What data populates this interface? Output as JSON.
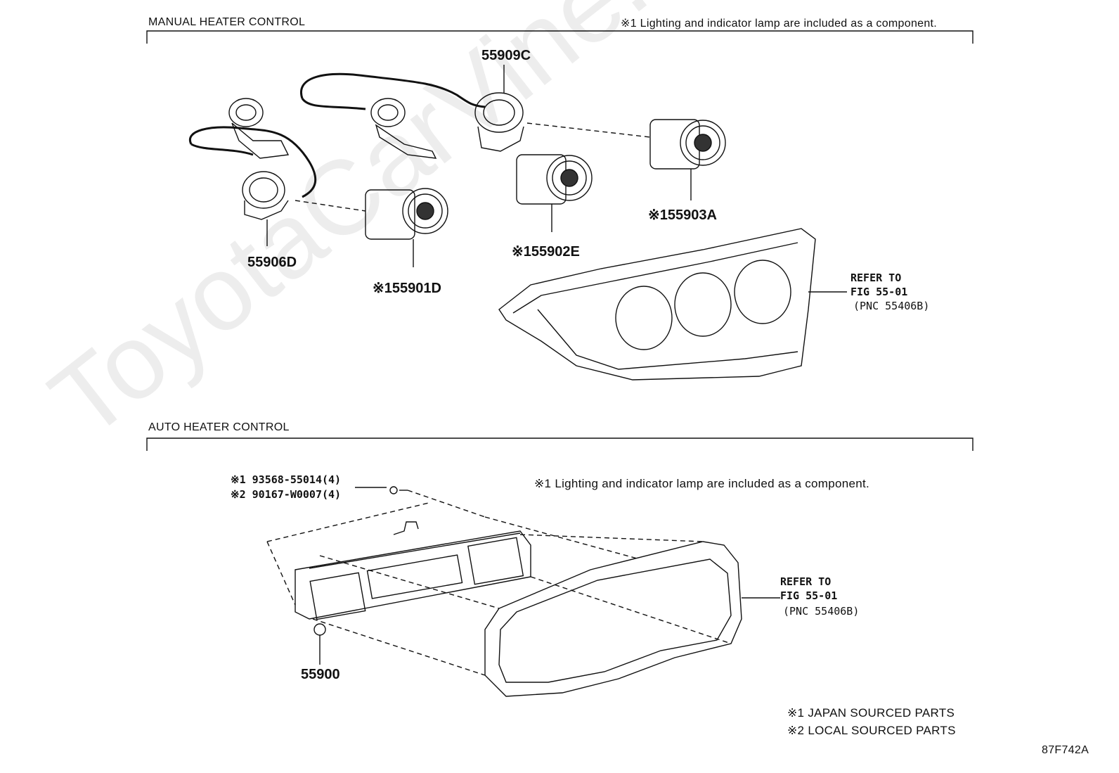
{
  "watermark": "ToyotaCarVine.ru",
  "manual_section": {
    "title": "MANUAL HEATER CONTROL",
    "note": "※1 Lighting and indicator lamp are included as a component.",
    "parts": {
      "p55909c": "55909C",
      "p55903a": "※155903A",
      "p55902e": "※155902E",
      "p55906d": "55906D",
      "p55901d": "※155901D"
    },
    "refer": {
      "line1": "REFER TO",
      "line2": "FIG 55-01",
      "line3": "(PNC 55406B)"
    }
  },
  "auto_section": {
    "title": "AUTO HEATER CONTROL",
    "note": "※1 Lighting and indicator lamp are included as a component.",
    "screws": {
      "line1": "※1 93568-55014(4)",
      "line2": "※2 90167-W0007(4)"
    },
    "part_55900": "55900",
    "refer": {
      "line1": "REFER TO",
      "line2": "FIG 55-01",
      "line3": "(PNC 55406B)"
    }
  },
  "legend": {
    "japan": "※1 JAPAN SOURCED PARTS",
    "local": "※2 LOCAL SOURCED PARTS"
  },
  "figure_code": "87F742A"
}
